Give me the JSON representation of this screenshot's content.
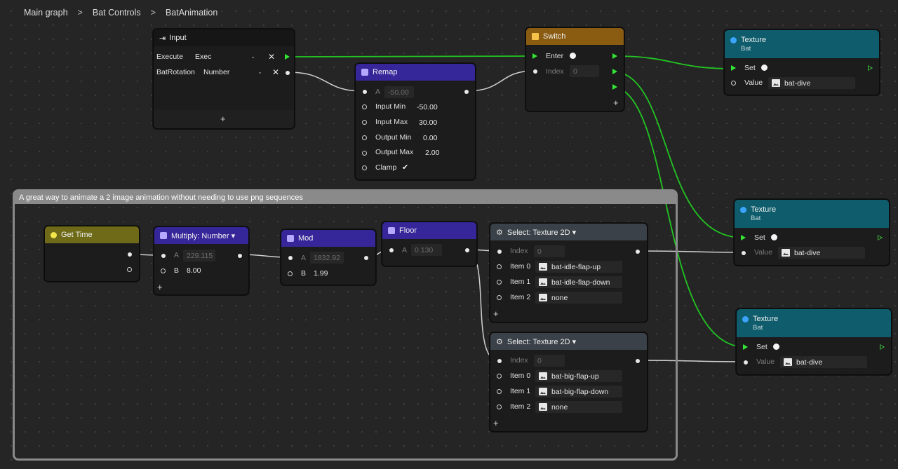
{
  "breadcrumb": [
    "Main graph",
    "Bat Controls",
    "BatAnimation"
  ],
  "breadcrumb_sep": ">",
  "comment": {
    "title": "A great way to animate a 2 image animation without needing to use png sequences"
  },
  "input_node": {
    "title": "Input",
    "rows": [
      {
        "label": "Execute",
        "value": "Exec"
      },
      {
        "label": "BatRotation",
        "value": "Number"
      }
    ],
    "remove": "✕",
    "add": "+"
  },
  "remap_node": {
    "title": "Remap",
    "rows": [
      {
        "label": "A",
        "value": "-50.00"
      },
      {
        "label": "Input Min",
        "value": "-50.00"
      },
      {
        "label": "Input Max",
        "value": "30.00"
      },
      {
        "label": "Output Min",
        "value": "0.00"
      },
      {
        "label": "Output Max",
        "value": "2.00"
      },
      {
        "label": "Clamp",
        "value": "✔"
      }
    ]
  },
  "switch_node": {
    "title": "Switch",
    "rows": [
      {
        "label": "Enter"
      },
      {
        "label": "Index",
        "value": "0"
      }
    ],
    "add": "+"
  },
  "texture_nodes": [
    {
      "title": "Texture",
      "subtitle": "Bat",
      "set_label": "Set",
      "value_label": "Value",
      "value": "bat-dive"
    },
    {
      "title": "Texture",
      "subtitle": "Bat",
      "set_label": "Set",
      "value_label": "Value",
      "value": "bat-dive"
    },
    {
      "title": "Texture",
      "subtitle": "Bat",
      "set_label": "Set",
      "value_label": "Value",
      "value": "bat-dive"
    }
  ],
  "gettime_node": {
    "title": "Get Time"
  },
  "multiply_node": {
    "title": "Multiply: Number ▾",
    "rows": [
      {
        "label": "A",
        "value": "229.115"
      },
      {
        "label": "B",
        "value": "8.00"
      }
    ],
    "add": "+"
  },
  "mod_node": {
    "title": "Mod",
    "rows": [
      {
        "label": "A",
        "value": "1832.92"
      },
      {
        "label": "B",
        "value": "1.99"
      }
    ]
  },
  "floor_node": {
    "title": "Floor",
    "rows": [
      {
        "label": "A",
        "value": "0.130"
      }
    ]
  },
  "select_nodes": [
    {
      "title": "Select: Texture 2D ▾",
      "index_label": "Index",
      "index_value": "0",
      "items": [
        {
          "label": "Item 0",
          "value": "bat-idle-flap-up"
        },
        {
          "label": "Item 1",
          "value": "bat-idle-flap-down"
        },
        {
          "label": "Item 2",
          "value": "none"
        }
      ],
      "add": "+"
    },
    {
      "title": "Select: Texture 2D ▾",
      "index_label": "Index",
      "index_value": "0",
      "items": [
        {
          "label": "Item 0",
          "value": "bat-big-flap-up"
        },
        {
          "label": "Item 1",
          "value": "bat-big-flap-down"
        },
        {
          "label": "Item 2",
          "value": "none"
        }
      ],
      "add": "+"
    }
  ],
  "colors": {
    "input_header": "#161616",
    "remap_header": "#35269a",
    "switch_header": "#8a5c12",
    "texture_header": "#0f5d6c",
    "gettime_header": "#6e6a18",
    "math_header": "#35269a",
    "select_header": "#3a4148",
    "exec_wire": "#22c422",
    "data_wire": "#d0d0d0"
  }
}
